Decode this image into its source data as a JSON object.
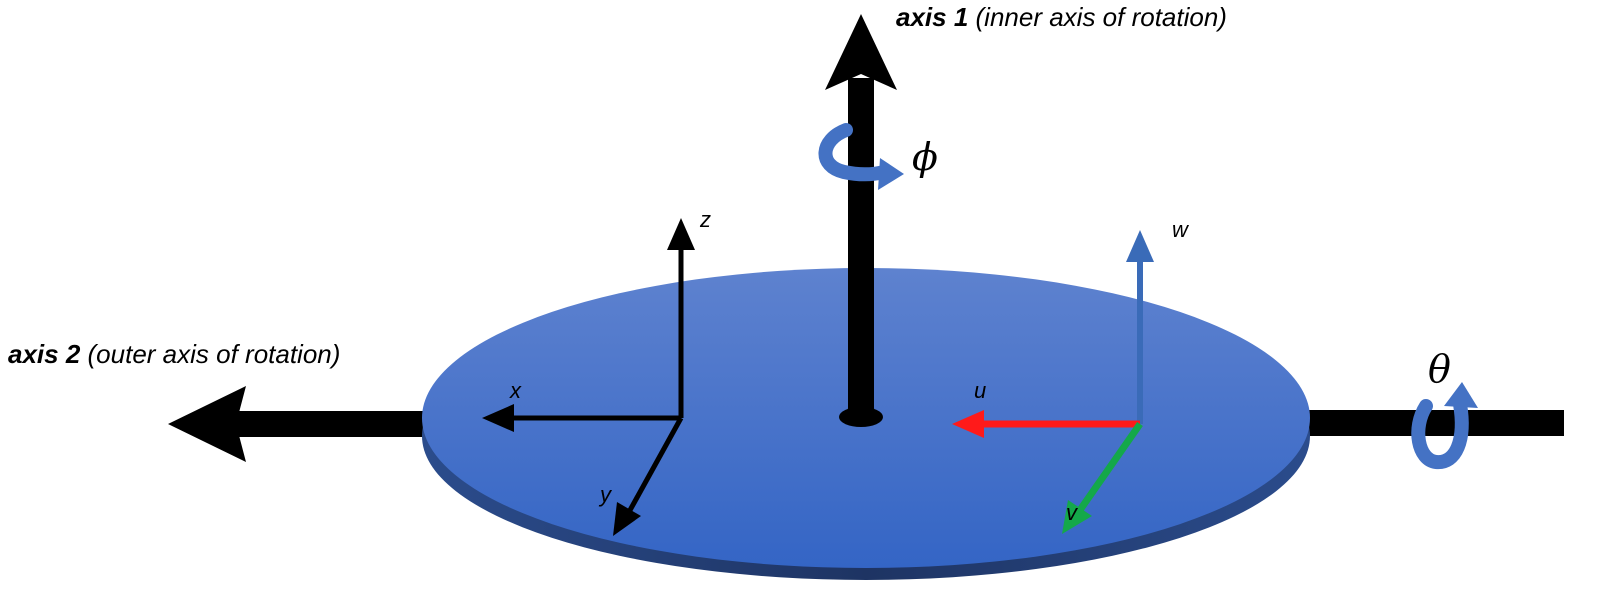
{
  "labels": {
    "axis1_bold": "axis 1",
    "axis1_rest": " (inner axis of rotation)",
    "axis2_bold": "axis 2",
    "axis2_rest": " (outer axis of rotation)",
    "phi": "ϕ",
    "theta": "θ",
    "x": "x",
    "y": "y",
    "z": "z",
    "u": "u",
    "v": "v",
    "w": "w"
  },
  "colors": {
    "disc_top": "#5B80CC",
    "disc_bottom": "#3566C4",
    "disc_edge": "#1F3766",
    "axis": "#000000",
    "u_vector": "#FF1A1A",
    "v_vector": "#14A84A",
    "w_vector": "#3A6BB8",
    "rotation_arrow": "#4472C4"
  }
}
